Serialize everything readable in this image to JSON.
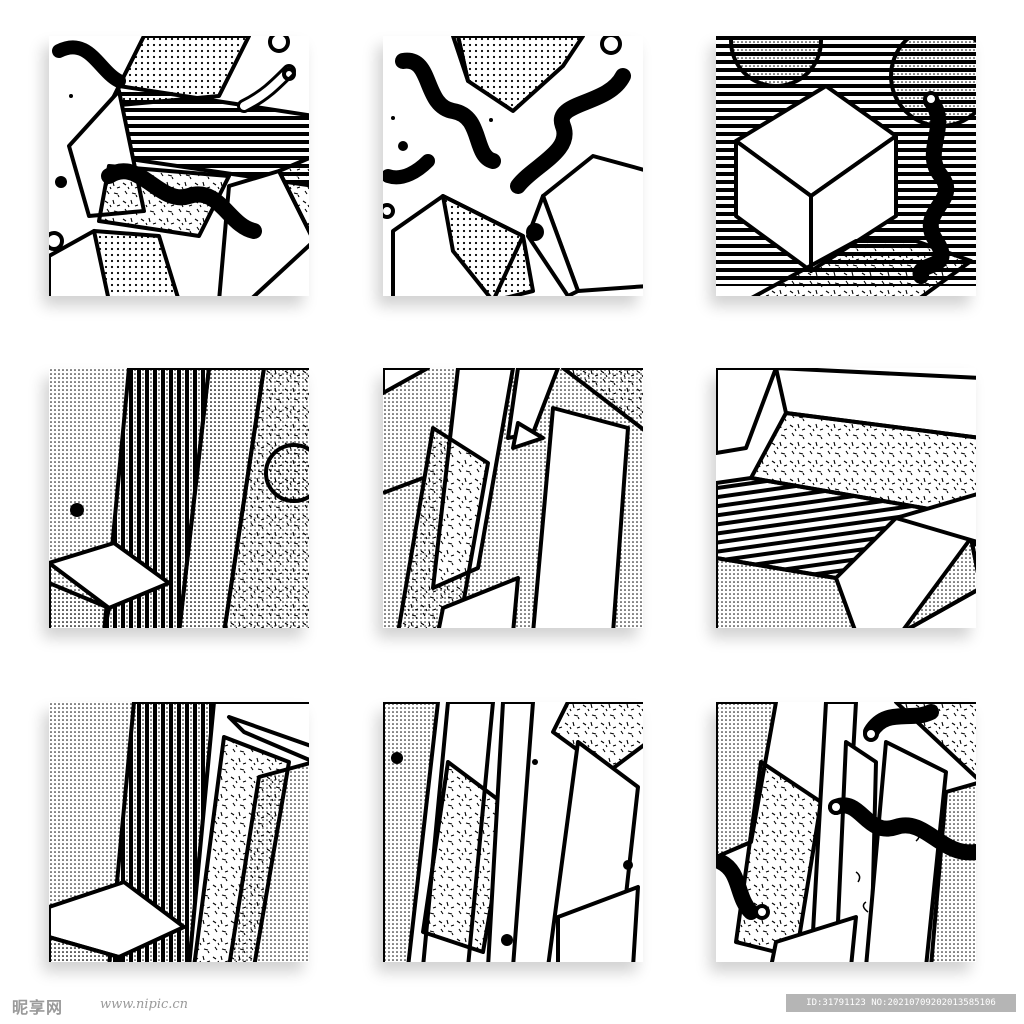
{
  "watermark": {
    "logo_text": "昵享网",
    "url_text": "www.nipic.cn",
    "id_text": "ID:31791123 NO:20210709202013585106"
  },
  "palette": {
    "ink": "#000000",
    "paper": "#ffffff",
    "shadow": "#cfcfcf"
  },
  "tiles": [
    {
      "name": "tile-cube-worms-stripes"
    },
    {
      "name": "tile-rhombus-worms"
    },
    {
      "name": "tile-striped-cube"
    },
    {
      "name": "tile-striped-pillar-cube"
    },
    {
      "name": "tile-slanted-prisms"
    },
    {
      "name": "tile-striped-beam-cube"
    },
    {
      "name": "tile-corner-pillar"
    },
    {
      "name": "tile-parallelogram-columns"
    },
    {
      "name": "tile-prisms-worms"
    }
  ]
}
